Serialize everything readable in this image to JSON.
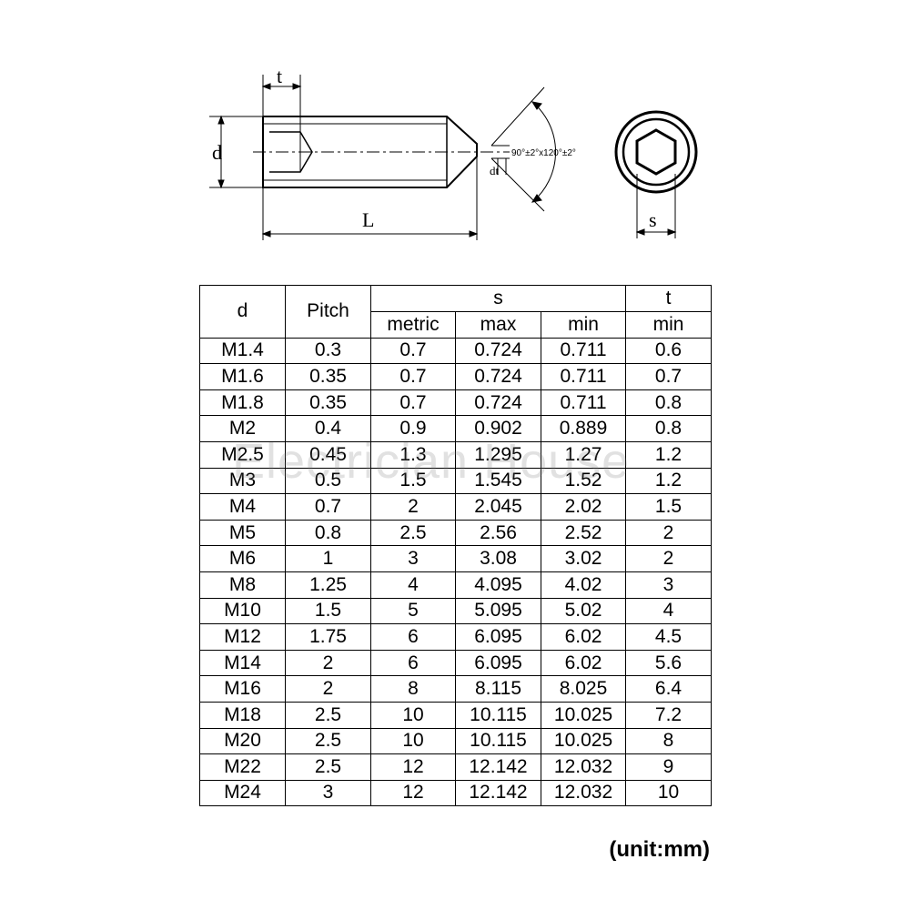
{
  "drawing": {
    "labels": {
      "t": "t",
      "d": "d",
      "L": "L",
      "dt": "dt",
      "s": "s"
    },
    "angle_note": "90°±2°x120°±2°"
  },
  "table": {
    "header": {
      "d": "d",
      "pitch": "Pitch",
      "s": "s",
      "t": "t",
      "metric": "metric",
      "max": "max",
      "min": "min",
      "t_min": "min"
    },
    "rows": [
      [
        "M1.4",
        "0.3",
        "0.7",
        "0.724",
        "0.711",
        "0.6"
      ],
      [
        "M1.6",
        "0.35",
        "0.7",
        "0.724",
        "0.711",
        "0.7"
      ],
      [
        "M1.8",
        "0.35",
        "0.7",
        "0.724",
        "0.711",
        "0.8"
      ],
      [
        "M2",
        "0.4",
        "0.9",
        "0.902",
        "0.889",
        "0.8"
      ],
      [
        "M2.5",
        "0.45",
        "1.3",
        "1.295",
        "1.27",
        "1.2"
      ],
      [
        "M3",
        "0.5",
        "1.5",
        "1.545",
        "1.52",
        "1.2"
      ],
      [
        "M4",
        "0.7",
        "2",
        "2.045",
        "2.02",
        "1.5"
      ],
      [
        "M5",
        "0.8",
        "2.5",
        "2.56",
        "2.52",
        "2"
      ],
      [
        "M6",
        "1",
        "3",
        "3.08",
        "3.02",
        "2"
      ],
      [
        "M8",
        "1.25",
        "4",
        "4.095",
        "4.02",
        "3"
      ],
      [
        "M10",
        "1.5",
        "5",
        "5.095",
        "5.02",
        "4"
      ],
      [
        "M12",
        "1.75",
        "6",
        "6.095",
        "6.02",
        "4.5"
      ],
      [
        "M14",
        "2",
        "6",
        "6.095",
        "6.02",
        "5.6"
      ],
      [
        "M16",
        "2",
        "8",
        "8.115",
        "8.025",
        "6.4"
      ],
      [
        "M18",
        "2.5",
        "10",
        "10.115",
        "10.025",
        "7.2"
      ],
      [
        "M20",
        "2.5",
        "10",
        "10.115",
        "10.025",
        "8"
      ],
      [
        "M22",
        "2.5",
        "12",
        "12.142",
        "12.032",
        "9"
      ],
      [
        "M24",
        "3",
        "12",
        "12.142",
        "12.032",
        "10"
      ]
    ]
  },
  "watermark": "Electrician House",
  "unit_note": "(unit:mm)"
}
